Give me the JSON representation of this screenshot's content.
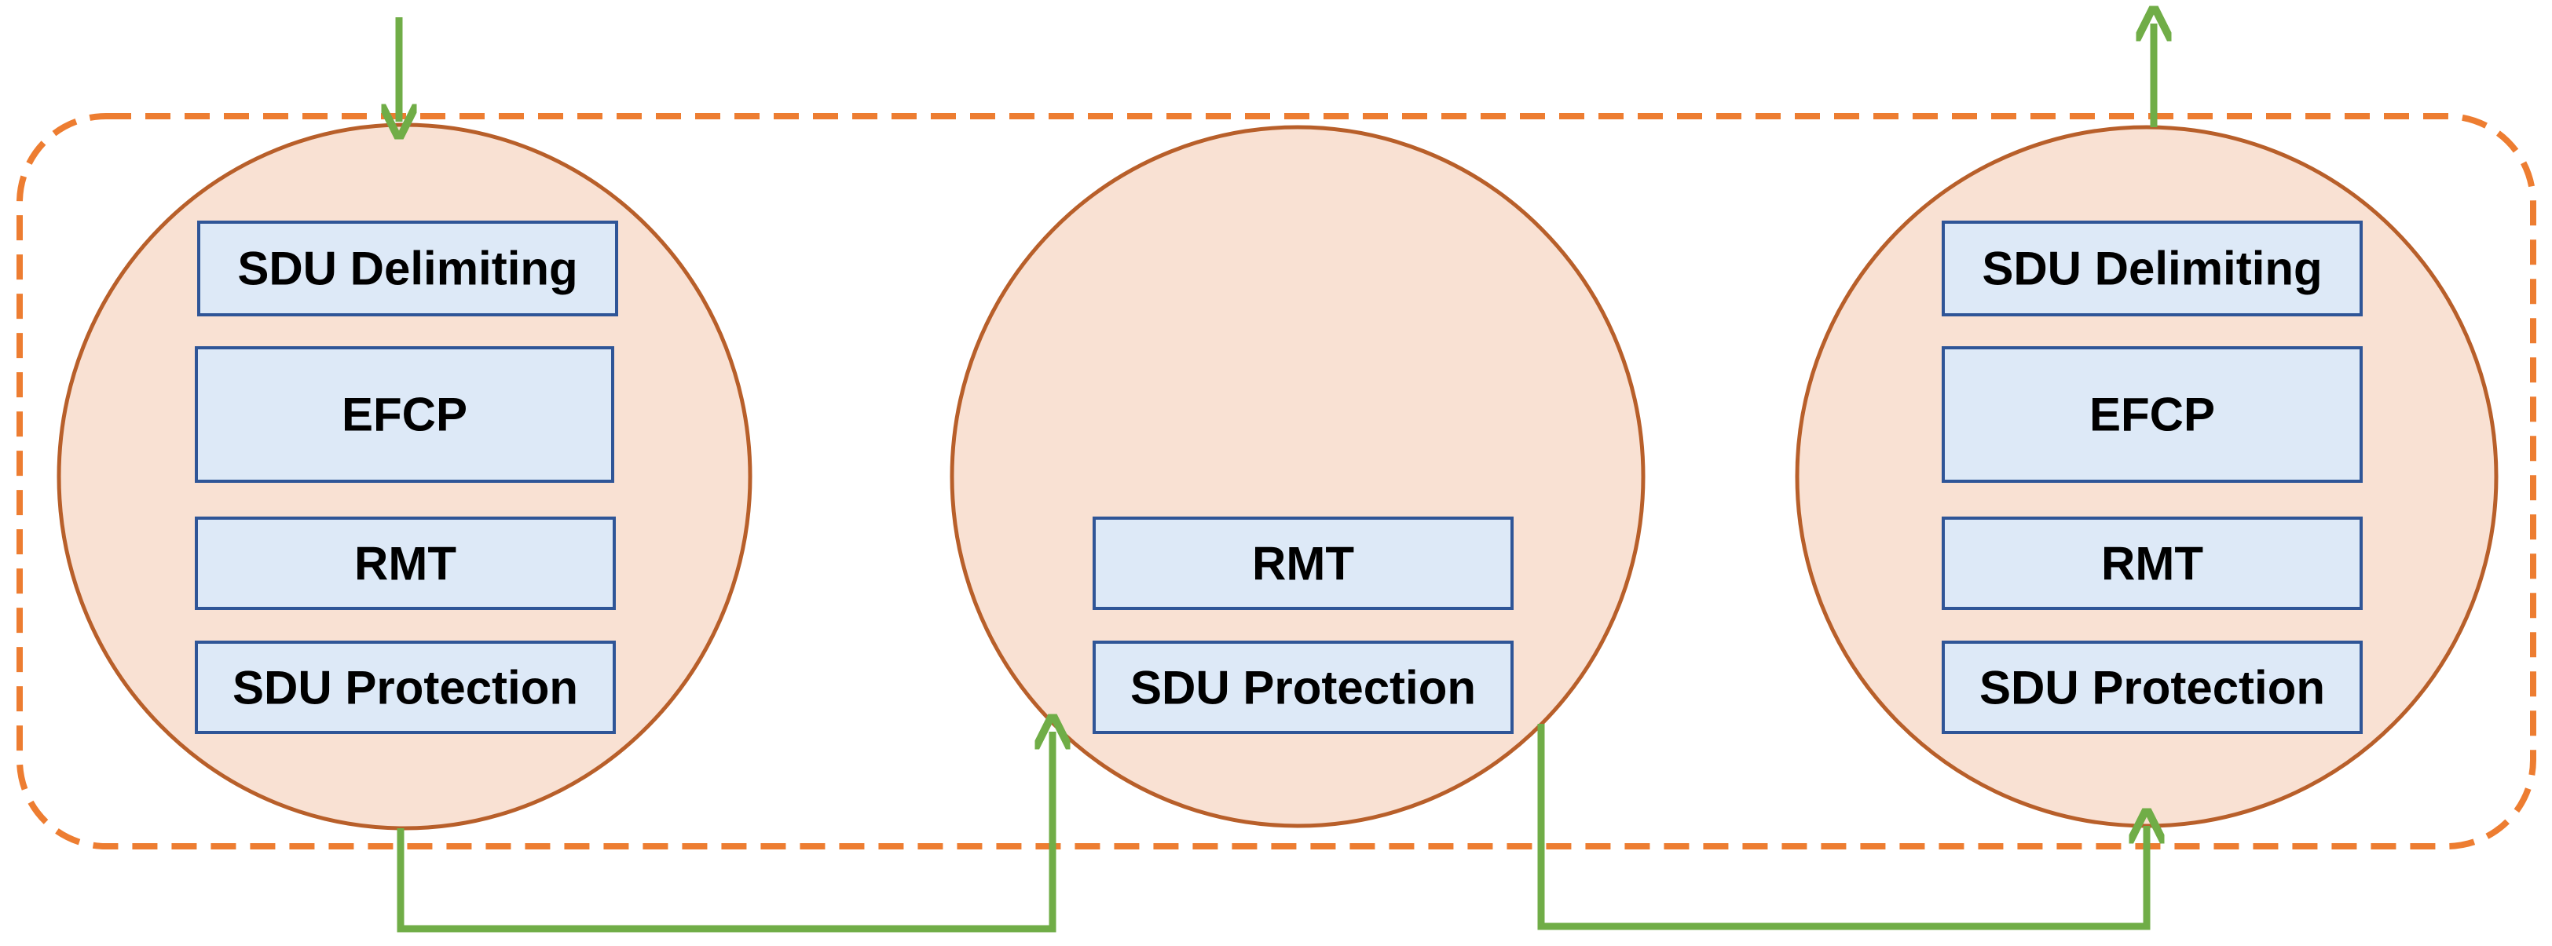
{
  "colors": {
    "background": "#ffffff",
    "boundary_dash": "#ED7D31",
    "node_fill": "#F9E1D3",
    "node_stroke": "#B85F2A",
    "box_fill": "#DDE9F7",
    "box_stroke": "#2F5597",
    "flow_line": "#70AD47",
    "text": "#000000"
  },
  "diagram": {
    "nodes": [
      {
        "id": "left",
        "boxes": [
          {
            "id": "sdu-delimiting",
            "label": "SDU Delimiting"
          },
          {
            "id": "efcp",
            "label": "EFCP"
          },
          {
            "id": "rmt",
            "label": "RMT"
          },
          {
            "id": "sdu-protection",
            "label": "SDU Protection"
          }
        ]
      },
      {
        "id": "middle",
        "boxes": [
          {
            "id": "rmt",
            "label": "RMT"
          },
          {
            "id": "sdu-protection",
            "label": "SDU Protection"
          }
        ]
      },
      {
        "id": "right",
        "boxes": [
          {
            "id": "sdu-delimiting",
            "label": "SDU Delimiting"
          },
          {
            "id": "efcp",
            "label": "EFCP"
          },
          {
            "id": "rmt",
            "label": "RMT"
          },
          {
            "id": "sdu-protection",
            "label": "SDU Protection"
          }
        ]
      }
    ]
  }
}
